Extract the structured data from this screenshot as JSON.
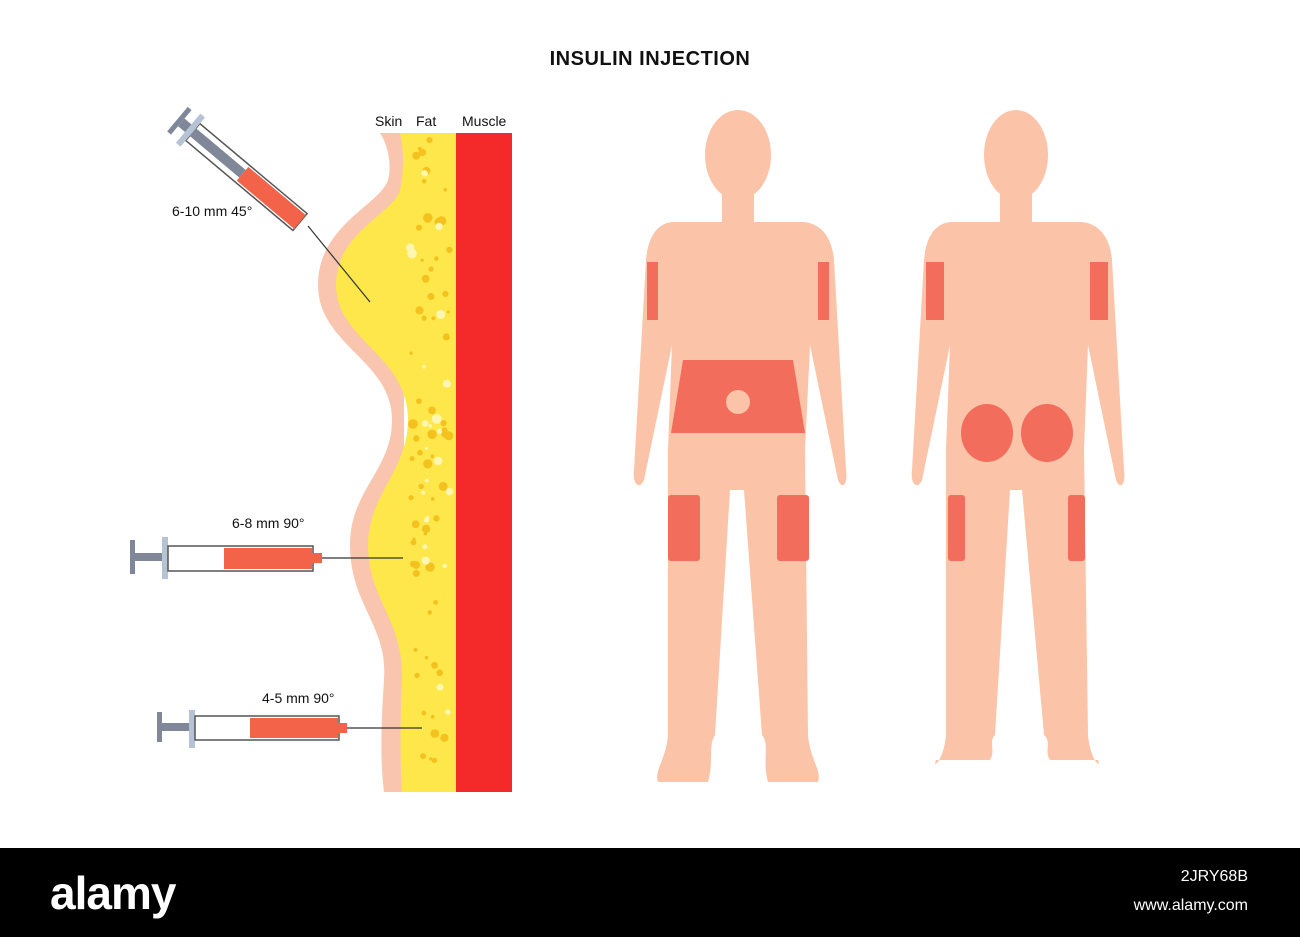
{
  "title": "INSULIN INJECTION",
  "layers": {
    "skin": "Skin",
    "fat": "Fat",
    "muscle": "Muscle"
  },
  "syringes": [
    {
      "label": "6-10 mm 45°",
      "angle": "45°"
    },
    {
      "label": "6-8 mm 90°",
      "angle": "90°"
    },
    {
      "label": "4-5 mm 90°",
      "angle": "90°"
    }
  ],
  "figures": {
    "front": "front-view",
    "back": "back-view"
  },
  "colors": {
    "skin": "#f9c5ae",
    "fat": "#fde74b",
    "fat_dots": "#f4c21e",
    "muscle": "#f42a2a",
    "body": "#fbc3a7",
    "injection_zone": "#f26d5b",
    "syringe_liquid": "#f2634a",
    "plunger": "#7f8799"
  },
  "footer": {
    "brand": "alamy",
    "image_id": "2JRY68B",
    "url": "www.alamy.com"
  },
  "watermark": "alamy"
}
